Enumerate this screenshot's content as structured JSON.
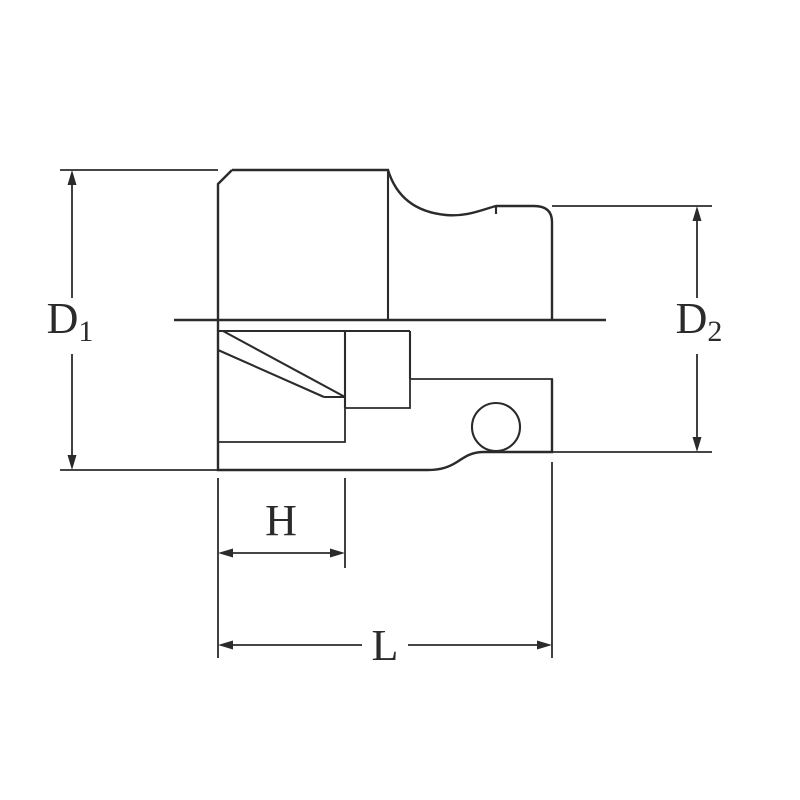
{
  "diagram": {
    "type": "technical-drawing",
    "subject": "impact socket half-section with dimension callouts",
    "labels": {
      "d1_main": "D",
      "d1_sub": "1",
      "d2_main": "D",
      "d2_sub": "2",
      "h": "H",
      "l": "L"
    },
    "colors": {
      "line": "#2b2b2b",
      "background": "#ffffff"
    }
  }
}
